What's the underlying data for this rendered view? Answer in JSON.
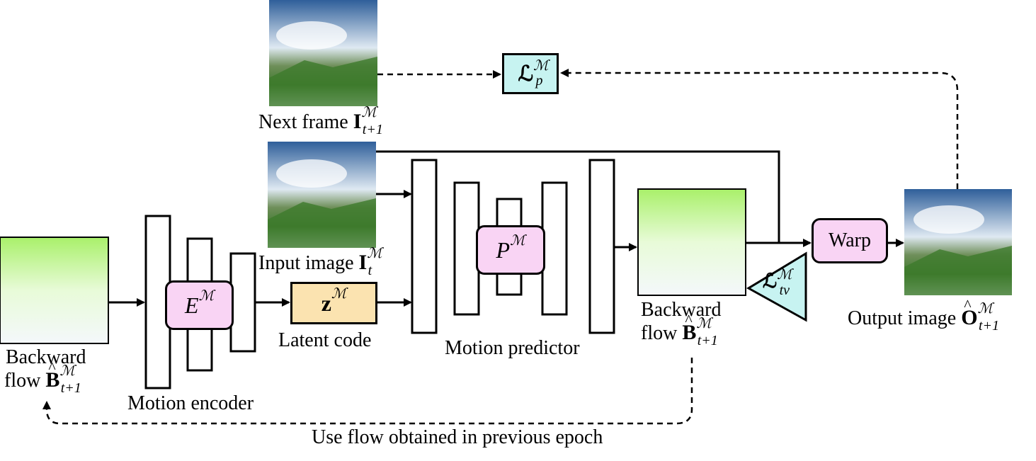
{
  "labels": {
    "next_frame": "Next frame",
    "input_image": "Input image",
    "output_image": "Output image",
    "latent_code": "Latent code",
    "motion_predictor": "Motion predictor",
    "motion_encoder": "Motion encoder",
    "backward_left_line1": "Backward",
    "backward_left_line2": "flow",
    "backward_mid_line1": "Backward",
    "backward_mid_line2": "flow",
    "warp": "Warp",
    "feedback": "Use flow obtained in previous epoch"
  },
  "symbols": {
    "I": "I",
    "B": "B",
    "O": "O",
    "E": "E",
    "P": "P",
    "z": "z",
    "L": "ℒ",
    "M": "ℳ",
    "t": "t",
    "t_plus_1": "t+1",
    "p": "p",
    "tv": "tv"
  },
  "colors": {
    "module_pink": "#f9d4f4",
    "loss_cyan": "#c7f3f1",
    "latent_yellow": "#fbe3b0",
    "flow_green": "#c9f59a",
    "sky_blue": "#3e6fa6"
  }
}
